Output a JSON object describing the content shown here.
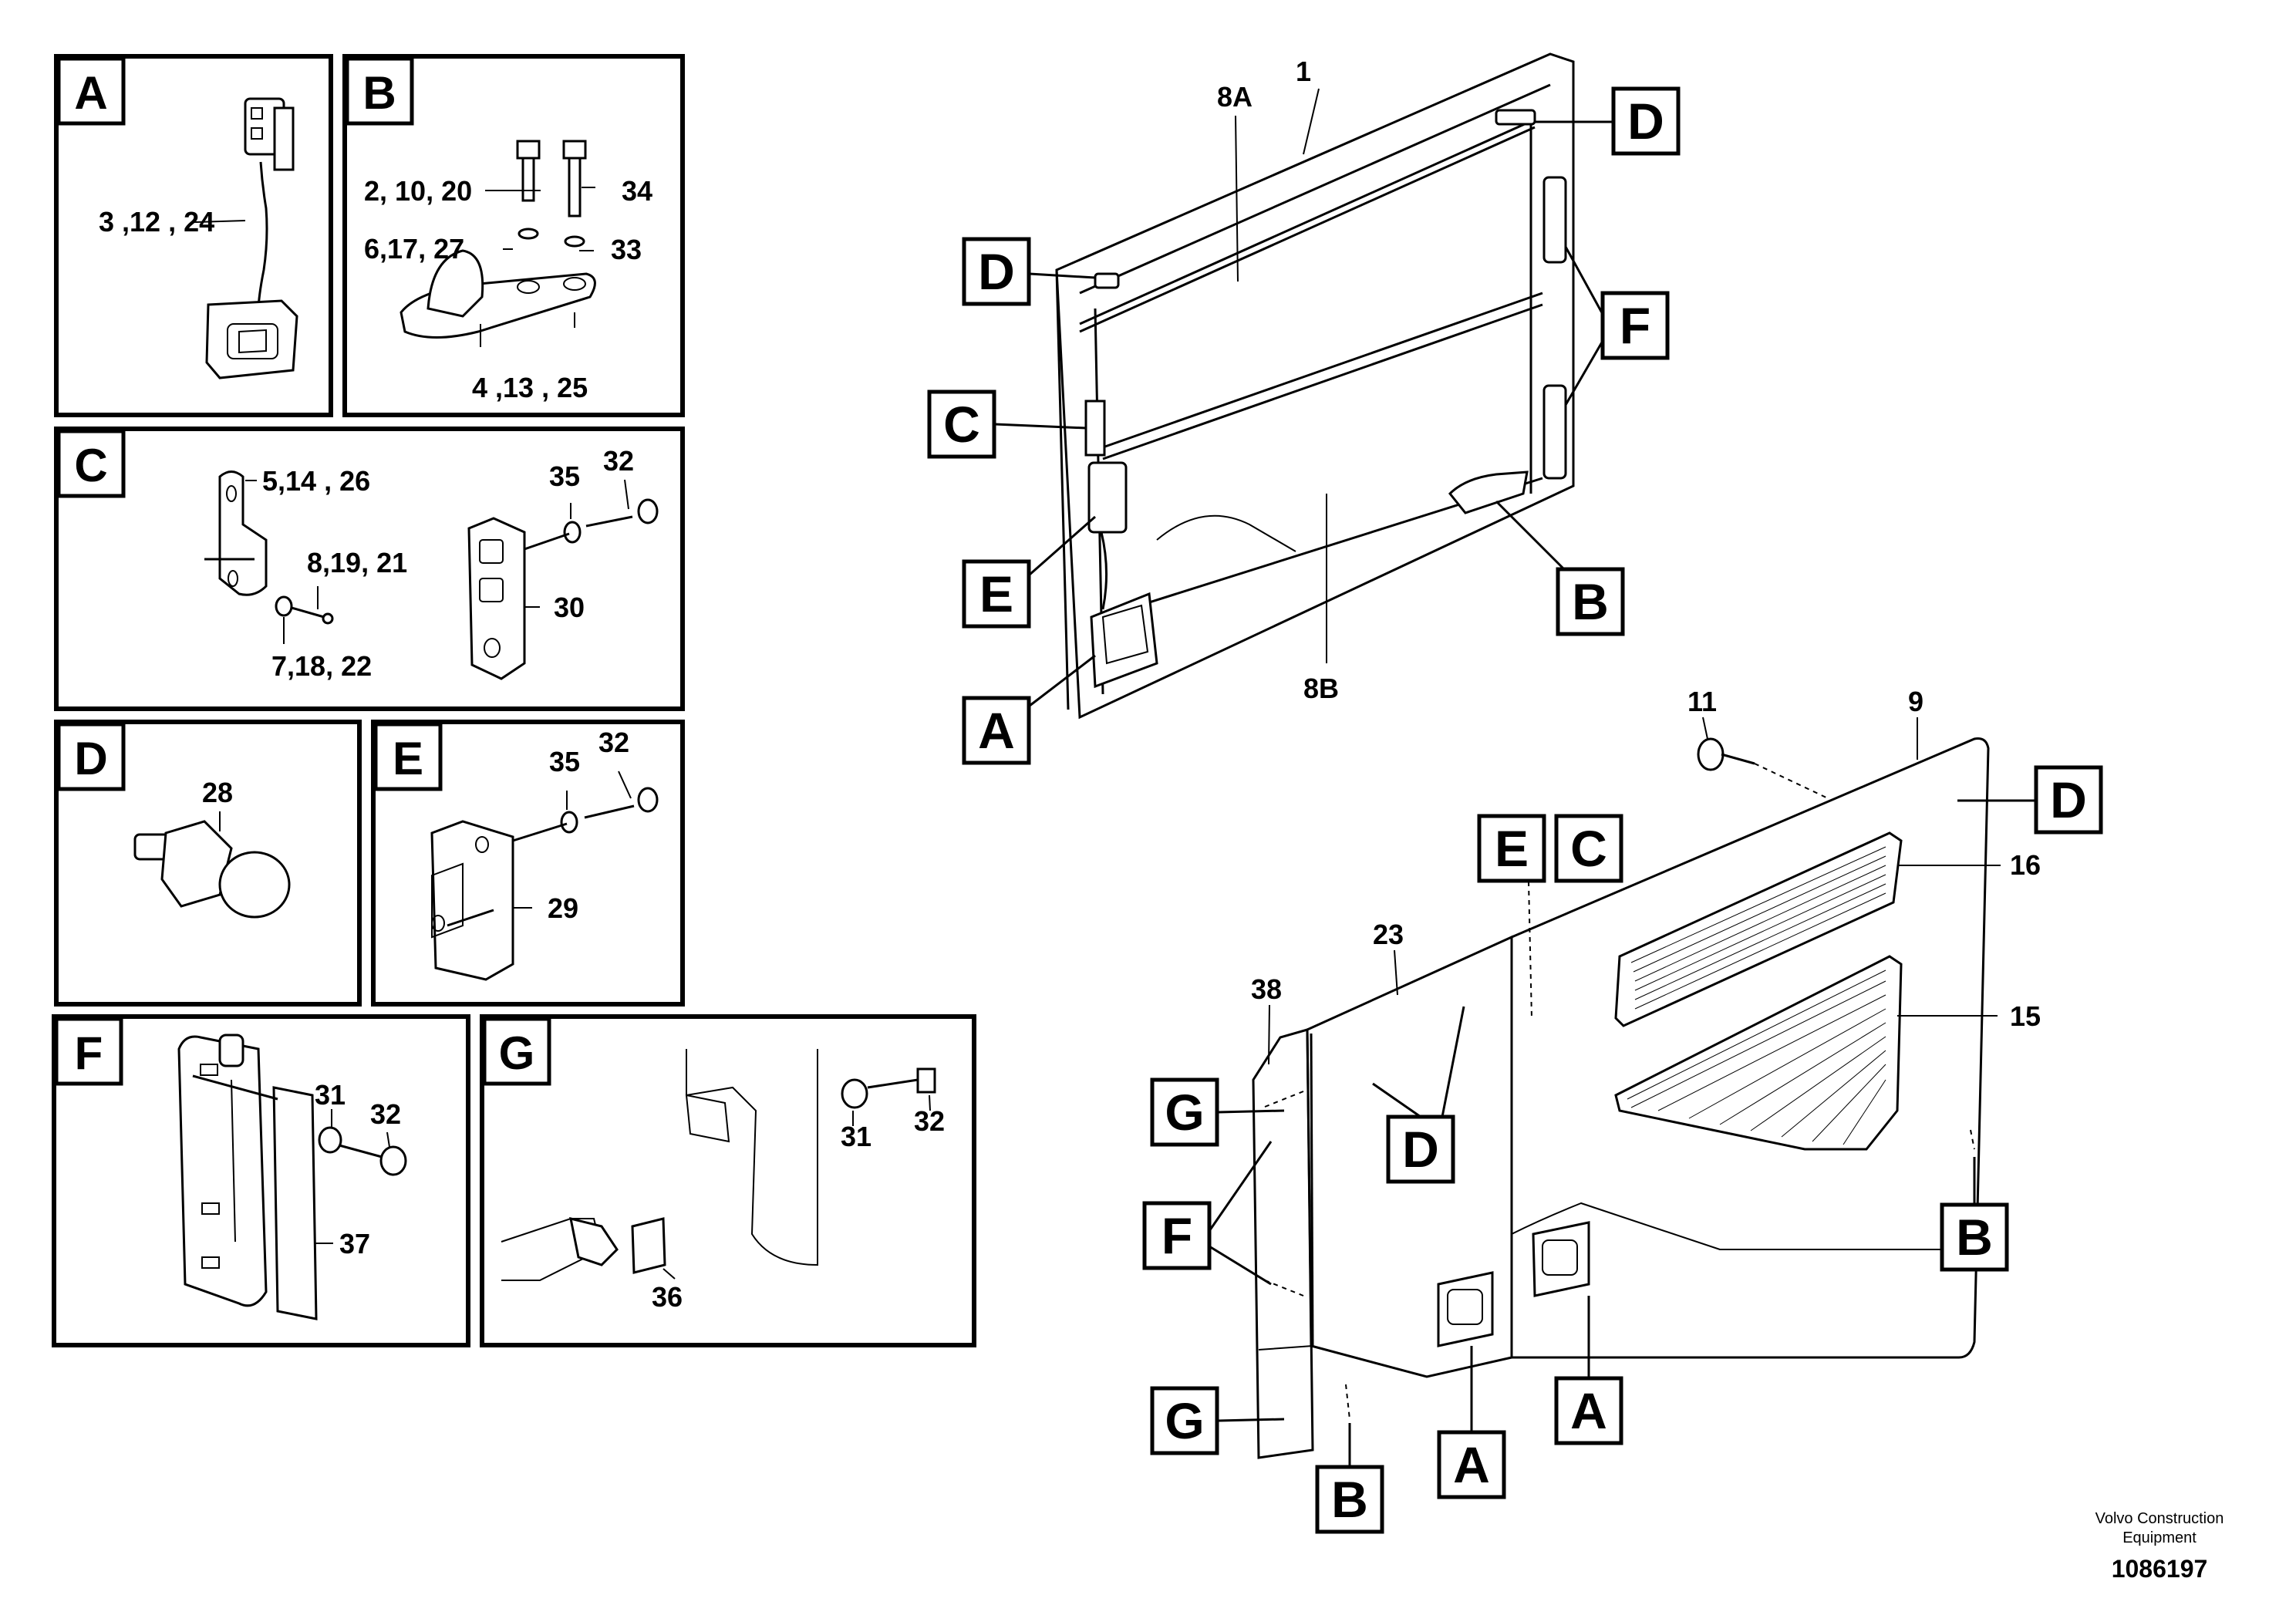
{
  "panels": {
    "A": {
      "letter": "A",
      "parts": [
        "3 ,12 , 24"
      ]
    },
    "B": {
      "letter": "B",
      "parts": [
        "2, 10, 20",
        "34",
        "6,17, 27",
        "33",
        "4 ,13 , 25"
      ]
    },
    "C": {
      "letter": "C",
      "parts": [
        "5,14 , 26",
        "35",
        "32",
        "8,19, 21",
        "30",
        "7,18, 22"
      ]
    },
    "D": {
      "letter": "D",
      "parts": [
        "28"
      ]
    },
    "E": {
      "letter": "E",
      "parts": [
        "35",
        "32",
        "29"
      ]
    },
    "F": {
      "letter": "F",
      "parts": [
        "31",
        "32",
        "37"
      ]
    },
    "G": {
      "letter": "G",
      "parts": [
        "31",
        "32",
        "36"
      ]
    }
  },
  "upper_assembly": {
    "parts": [
      "1",
      "8A",
      "8B"
    ],
    "callouts": [
      "D",
      "D",
      "F",
      "C",
      "E",
      "A",
      "B"
    ]
  },
  "lower_assembly": {
    "parts": [
      "11",
      "9",
      "23",
      "16",
      "38",
      "15"
    ],
    "callouts": [
      "E",
      "C",
      "D",
      "G",
      "D",
      "F",
      "B",
      "G",
      "B",
      "A",
      "A"
    ]
  },
  "footer": {
    "maker_line1": "Volvo Construction",
    "maker_line2": "Equipment",
    "drawing_number": "1086197"
  }
}
